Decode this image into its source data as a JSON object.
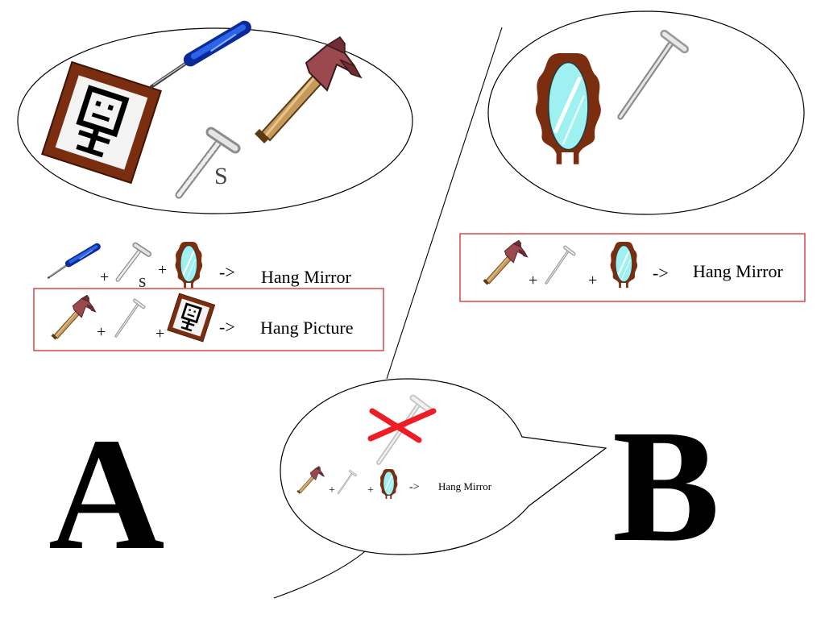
{
  "panel_a": {
    "label": "A",
    "screw_letter": "S",
    "plan_mirror": {
      "arrow": "->",
      "action": "Hang Mirror",
      "plus": "+",
      "screw_letter": "s"
    },
    "plan_picture": {
      "arrow": "->",
      "action": "Hang Picture",
      "plus": "+"
    }
  },
  "panel_b": {
    "label": "B",
    "plan_mirror": {
      "arrow": "->",
      "action": "Hang Mirror",
      "plus": "+"
    },
    "bubble_plan": {
      "arrow": "->",
      "action": "Hang Mirror",
      "plus": "+"
    }
  },
  "colors": {
    "frame_brown": "#7a2d0f",
    "mirror_glass": "#9ff0f0",
    "highlight_red": "#d62b2b",
    "cross_red": "#ee1c24",
    "screwdriver_blue": "#1f4fd0"
  }
}
